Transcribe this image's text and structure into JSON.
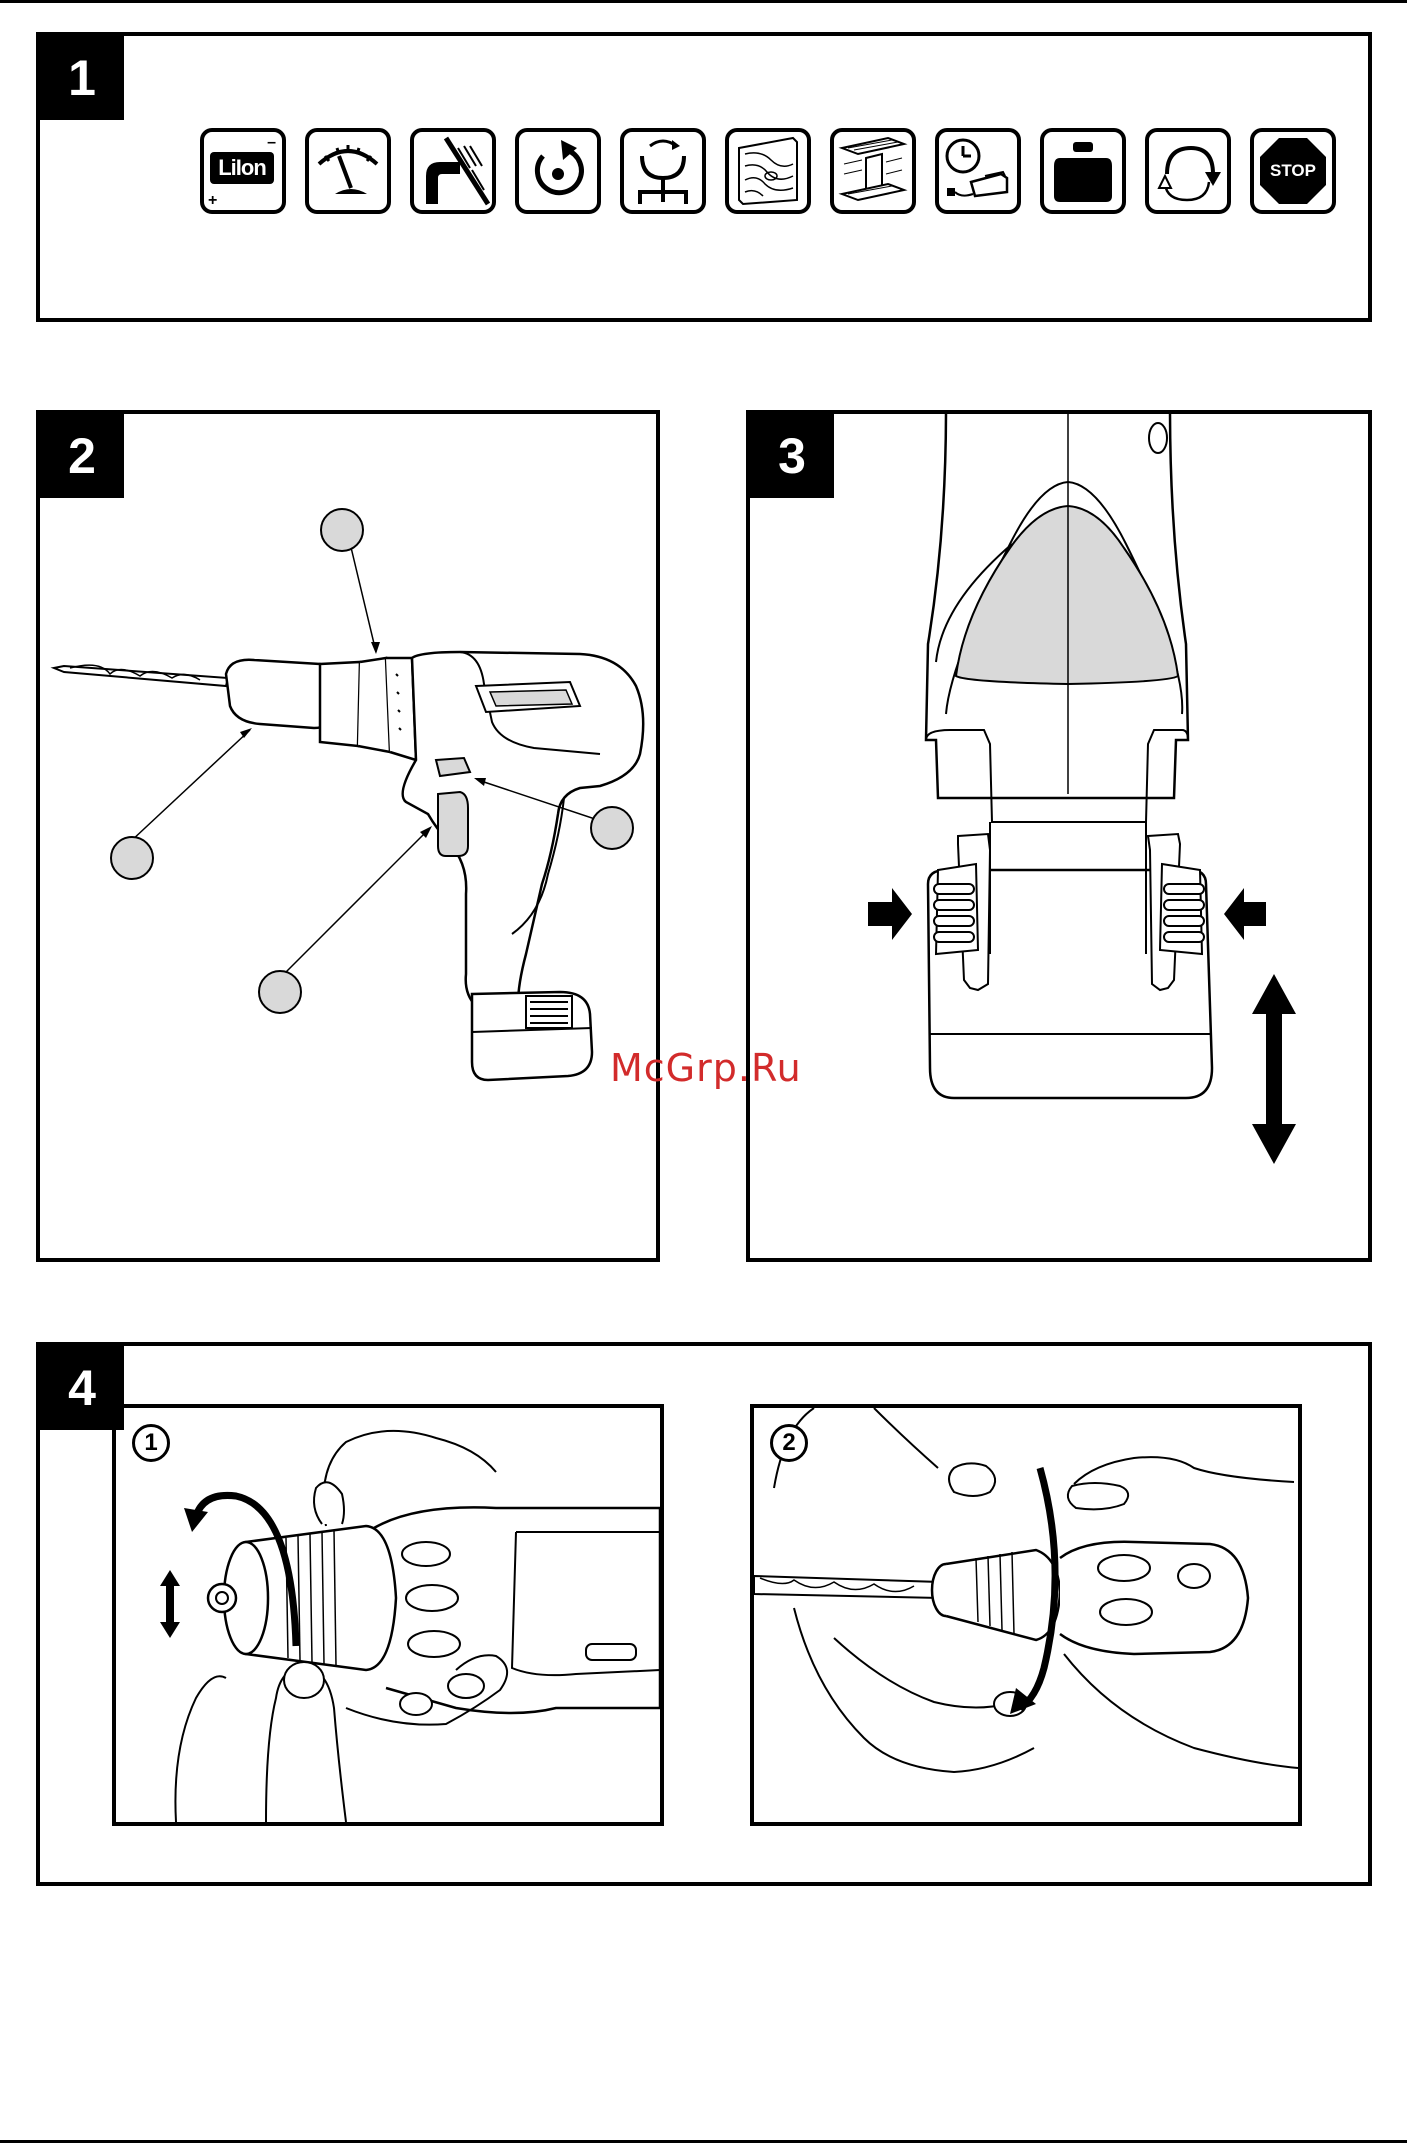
{
  "figures": {
    "fig1": {
      "number": "1",
      "icons": [
        {
          "icon": "lithium-ion-battery-icon",
          "label": "LiIon",
          "neg": "–",
          "pos": "+"
        },
        {
          "icon": "speed-gauge-icon"
        },
        {
          "icon": "no-rain-protect-from-water-icon"
        },
        {
          "icon": "rotation-direction-icon"
        },
        {
          "icon": "torque-clutch-icon"
        },
        {
          "icon": "drill-in-wood-icon"
        },
        {
          "icon": "drill-in-steel-icon"
        },
        {
          "icon": "charging-time-icon"
        },
        {
          "icon": "weight-icon"
        },
        {
          "icon": "forward-reverse-rotation-icon"
        },
        {
          "icon": "stop-sign-icon",
          "label": "STOP"
        }
      ]
    },
    "fig2": {
      "number": "2"
    },
    "fig3": {
      "number": "3"
    },
    "fig4": {
      "number": "4",
      "steps": [
        "1",
        "2"
      ]
    }
  },
  "watermark": "McGrp.Ru",
  "colors": {
    "ink": "#000000",
    "callout_fill": "#d9d9d9",
    "watermark": "#d22b2b",
    "shade": "#d9d9d9"
  }
}
